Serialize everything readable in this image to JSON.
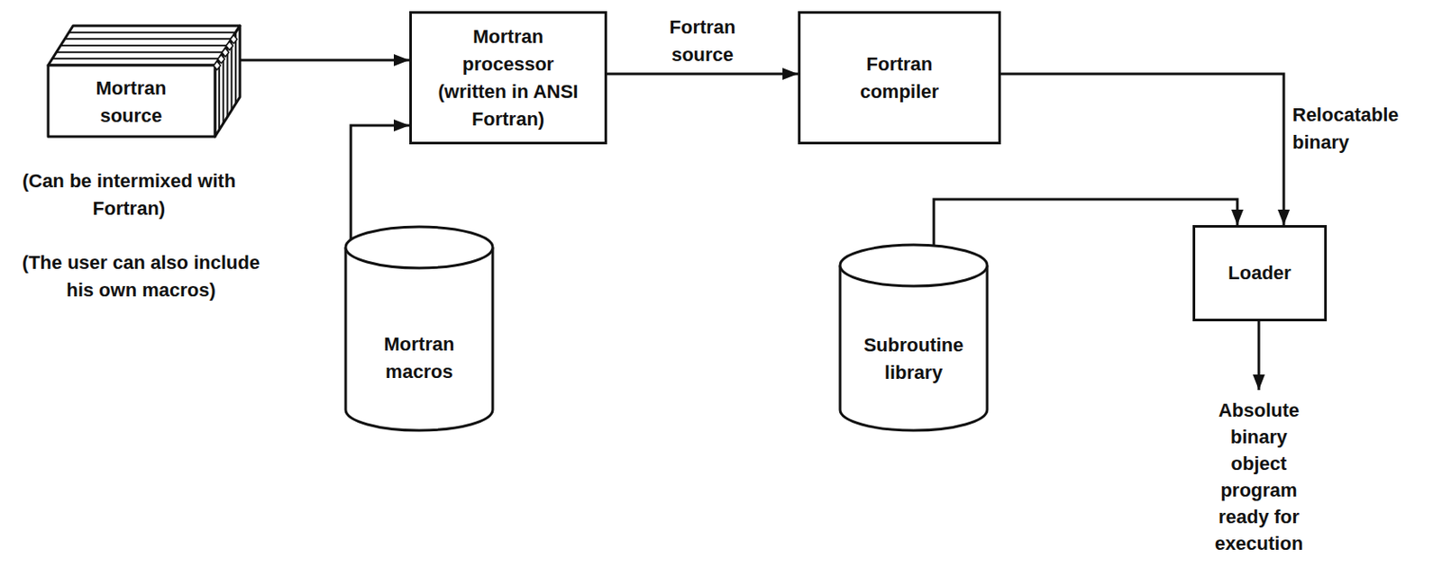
{
  "diagram": {
    "nodes": [
      {
        "text": [
          "Mortran source"
        ]
      },
      {
        "text": [
          "Mortran processor (written in ANSI Fortran)"
        ]
      },
      {
        "text": [
          "Fortran compiler"
        ]
      },
      {
        "text": [
          "Mortran macros"
        ]
      },
      {
        "text": [
          "Subroutine library"
        ]
      },
      {
        "text": [
          "Loader"
        ]
      }
    ],
    "edges": [
      {
        "from": 0,
        "to": 1,
        "arrow": "to"
      },
      {
        "from": 1,
        "to": 2,
        "label": "Fortran source",
        "arrow": "to"
      },
      {
        "from": 3,
        "to": 1,
        "arrow": "to"
      },
      {
        "from": 2,
        "to": 5,
        "label": "Relocatable binary",
        "arrow": "to"
      },
      {
        "from": 4,
        "to": 5,
        "arrow": "to"
      }
    ],
    "labels": [
      "(Can be intermixed with Fortran)",
      "(The user can also include his own macros)",
      "Absolute binary object program ready for execution"
    ]
  }
}
